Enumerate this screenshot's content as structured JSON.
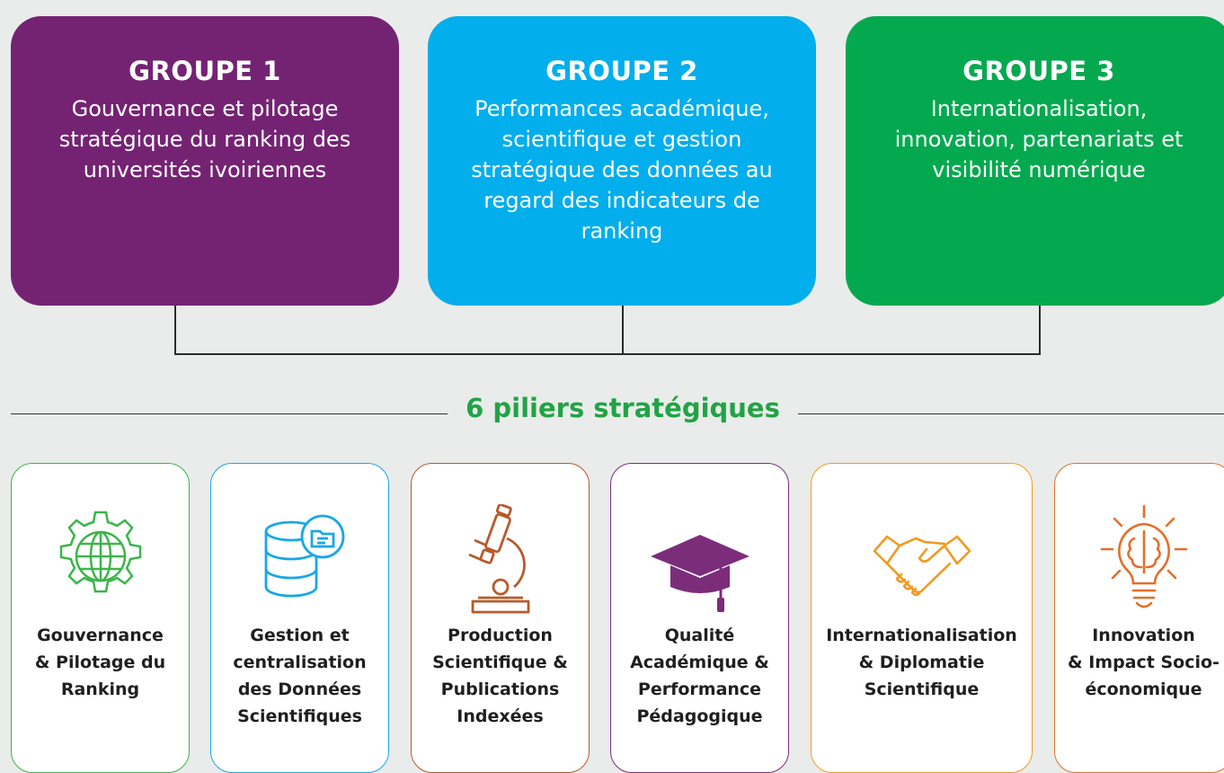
{
  "groups": [
    {
      "title": "GROUPE 1",
      "description": "Gouvernance et pilotage stratégique du ranking des universités ivoiriennes",
      "color": "#742373"
    },
    {
      "title": "GROUPE 2",
      "description": "Performances académique, scientifique et gestion stratégique des données au regard des indicateurs de ranking",
      "color": "#03aeec"
    },
    {
      "title": "GROUPE 3",
      "description": "Internationalisation, innovation, partenariats et visibilité numérique",
      "color": "#04a94f"
    }
  ],
  "section_title": "6 piliers stratégiques",
  "pillars": [
    {
      "label": "Gouvernance\n& Pilotage du\nRanking",
      "icon": "gear-globe-icon",
      "color": "#3cb54a"
    },
    {
      "label": "Gestion et\ncentralisation\ndes Données\nScientifiques",
      "icon": "database-folder-icon",
      "color": "#1aa7e5"
    },
    {
      "label": "Production\nScientifique &\nPublications\nIndexées",
      "icon": "microscope-icon",
      "color": "#b85a2b"
    },
    {
      "label": "Qualité\nAcadémique &\nPerformance\nPédagogique",
      "icon": "graduation-cap-icon",
      "color": "#7b2d7a"
    },
    {
      "label": "Internationalisation\n& Diplomatie\nScientifique",
      "icon": "handshake-icon",
      "color": "#f29a1f"
    },
    {
      "label": "Innovation\n& Impact Socio-\néconomique",
      "icon": "lightbulb-brain-icon",
      "color": "#e36f2a"
    }
  ]
}
